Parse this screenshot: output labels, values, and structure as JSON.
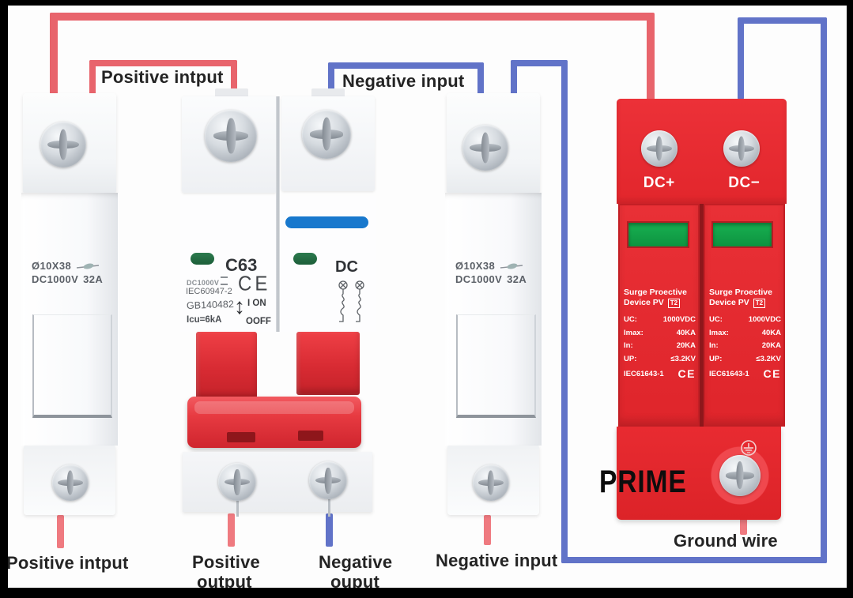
{
  "wire_labels": {
    "positive_input_top": "Positive intput",
    "negative_input_top": "Negative input",
    "positive_input_bottom": "Positive intput",
    "positive_output": [
      "Positive",
      "output"
    ],
    "negative_output": [
      "Negative",
      "ouput"
    ],
    "negative_input_bottom": "Negative input",
    "ground_wire": "Ground wire"
  },
  "fuse_holders": [
    {
      "size": "Ø10X38",
      "voltage": "DC1000V",
      "current": "32A"
    },
    {
      "size": "Ø10X38",
      "voltage": "DC1000V",
      "current": "32A"
    }
  ],
  "breaker": {
    "model": "C63",
    "voltage_rating": "DC1000V",
    "standard_1": "IEC60947-2",
    "standard_2": "GB140482",
    "breaking_capacity": "Icu=6kA",
    "ce_mark": "CE",
    "on_label": "I ON",
    "off_label": "OOFF",
    "arrow": "↕",
    "pole2_label": "DC"
  },
  "spd": {
    "brand": "PRIME",
    "terminal_positive": "DC+",
    "terminal_negative": "DC−",
    "modules": [
      {
        "title1": "Surge Proective",
        "title2": "Device PV",
        "badge": "T2",
        "uc_key": "UC:",
        "uc_val": "1000VDC",
        "imax_key": "Imax:",
        "imax_val": "40KA",
        "in_key": "In:",
        "in_val": "20KA",
        "up_key": "UP:",
        "up_val": "≤3.2KV",
        "standard": "IEC61643-1",
        "ce": "CE"
      },
      {
        "title1": "Surge Proective",
        "title2": "Device PV",
        "badge": "T2",
        "uc_key": "UC:",
        "uc_val": "1000VDC",
        "imax_key": "Imax:",
        "imax_val": "40KA",
        "in_key": "In:",
        "in_val": "20KA",
        "up_key": "UP:",
        "up_val": "≤3.2KV",
        "standard": "IEC61643-1",
        "ce": "CE"
      }
    ]
  },
  "colors": {
    "wire_positive": "#e8646c",
    "wire_positive_stub": "#ef7a80",
    "wire_negative": "#6173c8",
    "spd_body_red": "#e4282e",
    "spd_window_green": "#12a348",
    "breaker_indicator_green": "#1e6f42",
    "breaker_blue_stripe": "#1878cd",
    "handle_red": "#e0333a",
    "background": "#fdfdfd",
    "frame": "#000000"
  }
}
